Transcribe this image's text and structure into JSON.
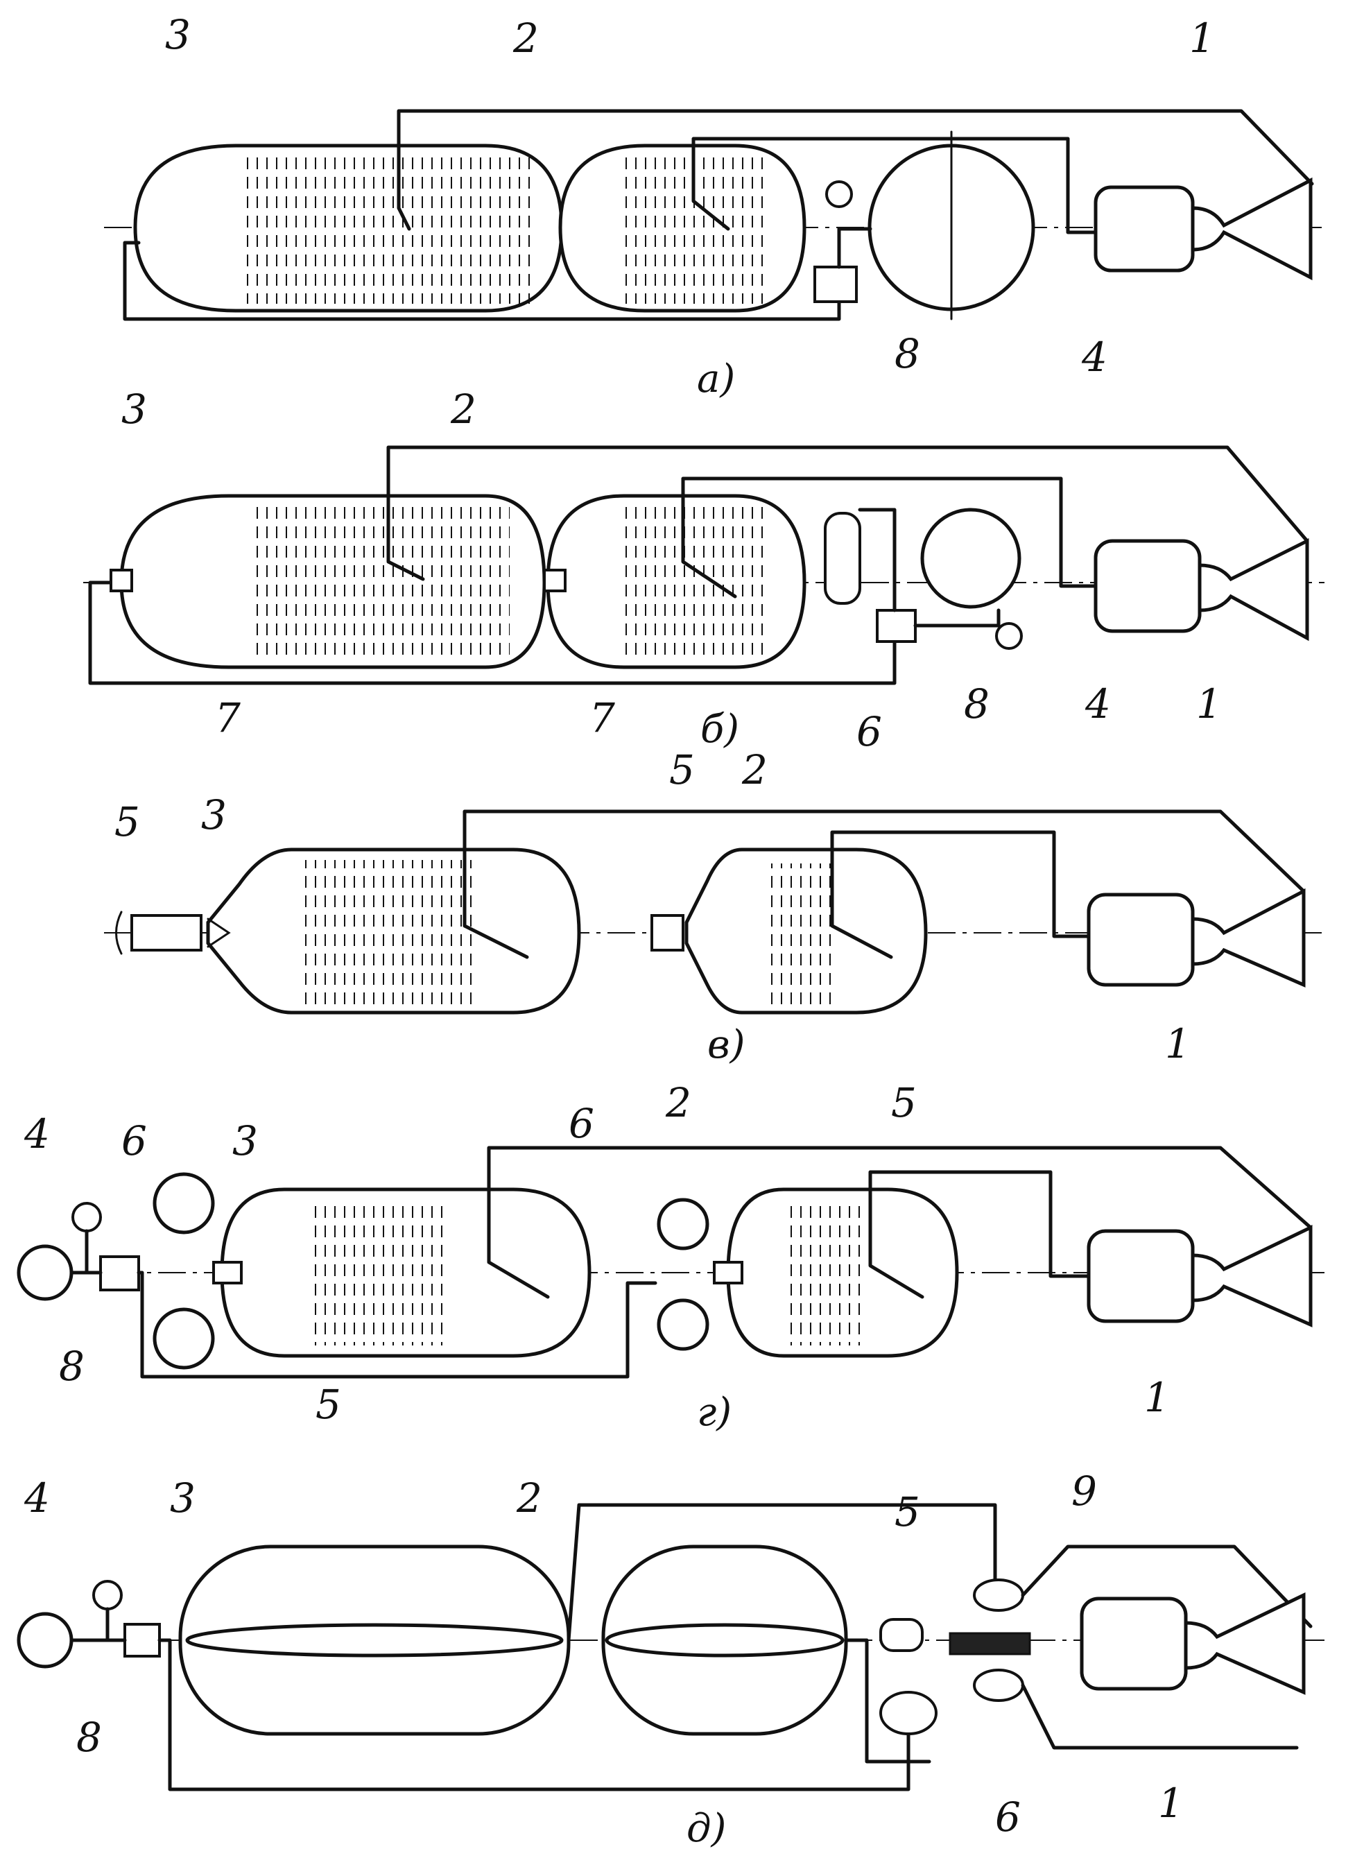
{
  "panels": [
    {
      "caption": "а)",
      "labels": [
        "3",
        "2",
        "1",
        "8",
        "4"
      ]
    },
    {
      "caption": "б)",
      "labels": [
        "3",
        "2",
        "7",
        "7",
        "6",
        "8",
        "4",
        "1"
      ]
    },
    {
      "caption": "в)",
      "labels": [
        "5",
        "3",
        "5",
        "2",
        "1"
      ]
    },
    {
      "caption": "г)",
      "labels": [
        "4",
        "6",
        "3",
        "8",
        "5",
        "6",
        "2",
        "5",
        "1"
      ]
    },
    {
      "caption": "д)",
      "labels": [
        "4",
        "3",
        "2",
        "5",
        "9",
        "8",
        "6",
        "1"
      ]
    }
  ]
}
